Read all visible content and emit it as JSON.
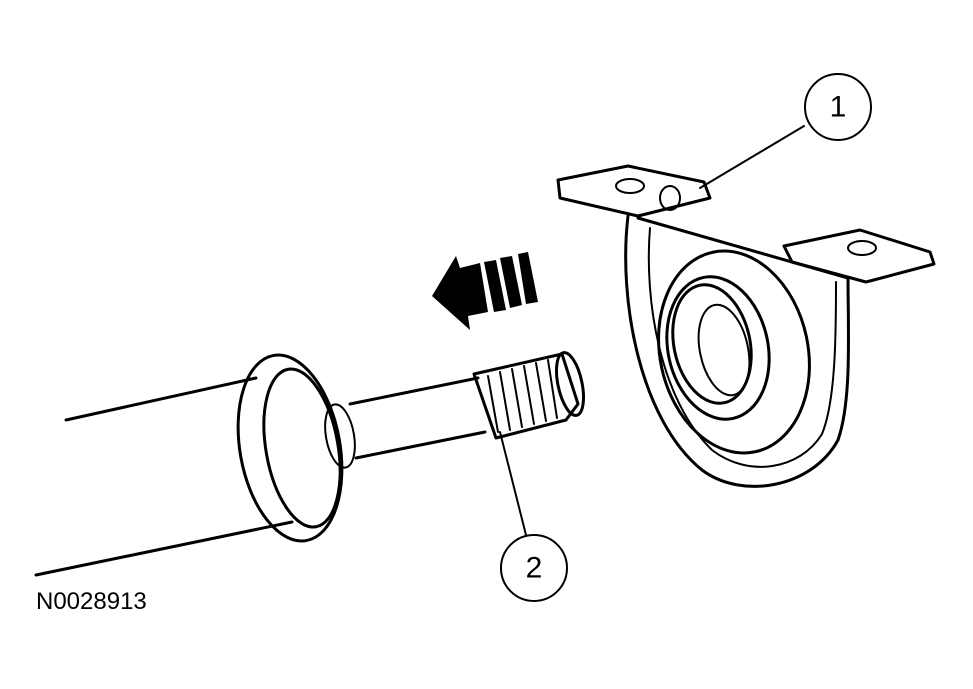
{
  "callouts": [
    {
      "number": "1"
    },
    {
      "number": "2"
    }
  ],
  "figure_id": "N0028913",
  "colors": {
    "ink": "#000000",
    "background": "#ffffff"
  }
}
